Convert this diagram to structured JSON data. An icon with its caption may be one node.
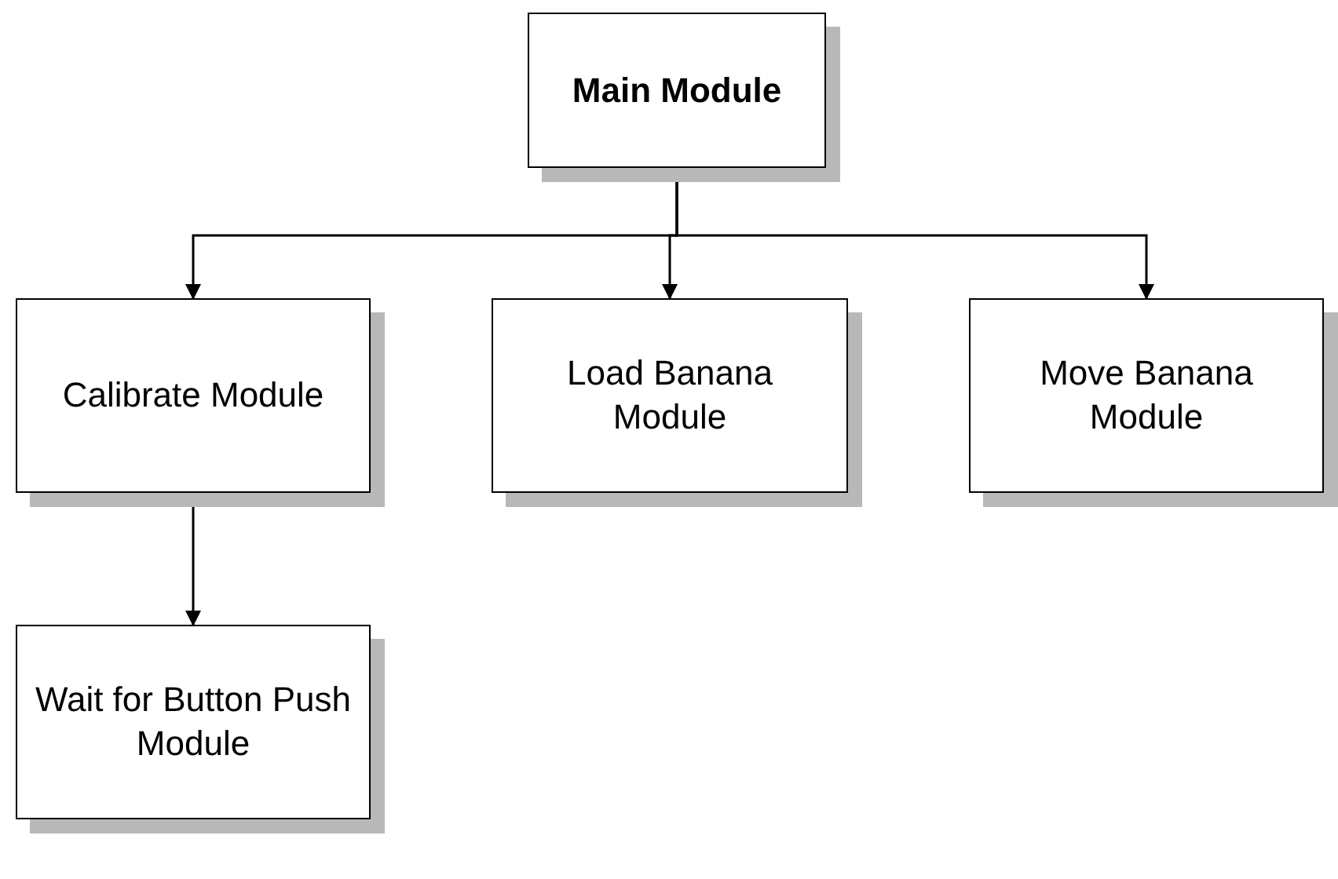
{
  "diagram": {
    "nodes": [
      {
        "text": [
          "Main Module"
        ]
      },
      {
        "text": [
          "Calibrate Module"
        ]
      },
      {
        "text": [
          "Load Banana Module"
        ]
      },
      {
        "text": [
          "Move Banana Module"
        ]
      },
      {
        "text": [
          "Wait for Button Push Module"
        ]
      }
    ],
    "edges": [
      {
        "from": 0,
        "to": 1,
        "arrow": "to"
      },
      {
        "from": 0,
        "to": 2,
        "arrow": "to"
      },
      {
        "from": 0,
        "to": 3,
        "arrow": "to"
      },
      {
        "from": 1,
        "to": 4,
        "arrow": "to"
      }
    ]
  }
}
